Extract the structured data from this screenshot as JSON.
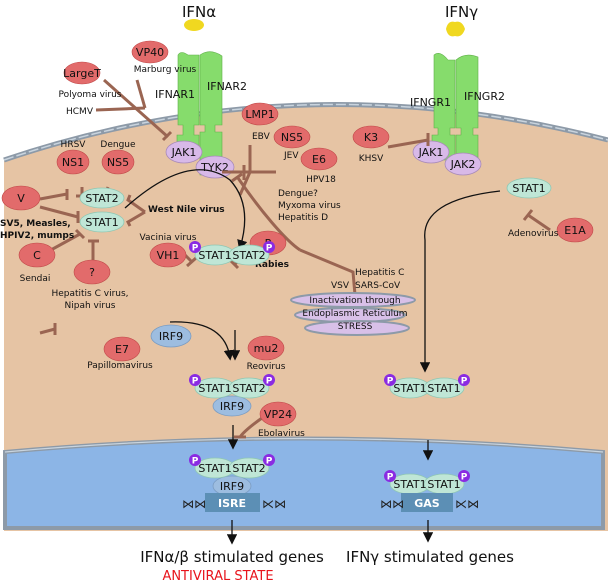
{
  "ligands": {
    "ifn_alpha": "IFNα",
    "ifn_gamma": "IFNγ"
  },
  "receptors": {
    "ifnar1": "IFNAR1",
    "ifnar2": "IFNAR2",
    "ifngr1": "IFNGR1",
    "ifngr2": "IFNGR2"
  },
  "kinases": {
    "jak1_a": "JAK1",
    "tyk2": "TYK2",
    "jak1_g": "JAK1",
    "jak2": "JAK2"
  },
  "viral_proteins": [
    {
      "protein": "VP40",
      "virus": "Marburg virus"
    },
    {
      "protein": "LargeT",
      "virus": "Polyoma virus"
    },
    {
      "protein": "",
      "virus": "HCMV"
    },
    {
      "protein": "LMP1",
      "virus": "EBV"
    },
    {
      "protein": "NS5",
      "virus": "JEV"
    },
    {
      "protein": "E6",
      "virus": "HPV18"
    },
    {
      "protein": "K3",
      "virus": "KHSV"
    },
    {
      "protein": "NS1",
      "virus": "HRSV"
    },
    {
      "protein": "NS5",
      "virus": "Dengue"
    },
    {
      "protein": "V",
      "virus": "SV5, Measles, HPIV2, mumps"
    },
    {
      "protein": "C",
      "virus": "Sendai"
    },
    {
      "protein": "?",
      "virus": "Hepatitis C virus, Nipah virus"
    },
    {
      "protein": "VH1",
      "virus": "Vacinia virus"
    },
    {
      "protein": "P",
      "virus": "Rabies"
    },
    {
      "protein": "E7",
      "virus": "Papillomavirus"
    },
    {
      "protein": "mu2",
      "virus": "Reovirus"
    },
    {
      "protein": "VP24",
      "virus": "Ebolavirus"
    },
    {
      "protein": "E1A",
      "virus": "Adenovirus"
    }
  ],
  "labels": {
    "tyk2_inhibitors": [
      "Dengue?",
      "Myxoma virus",
      "Hepatitis D"
    ],
    "west_nile": "West Nile virus",
    "er_viruses": [
      "Hepatitis C",
      "SARS-CoV"
    ],
    "vsv": "VSV",
    "er_stress": [
      "Inactivation through",
      "Endoplasmic Reticulum",
      "STRESS"
    ]
  },
  "stats": {
    "stat1": "STAT1",
    "stat2": "STAT2",
    "irf9": "IRF9",
    "p": "P"
  },
  "elements": {
    "isre": "ISRE",
    "gas": "GAS"
  },
  "outputs": {
    "alpha_genes": "IFNα/β stimulated genes",
    "antiviral": "ANTIVIRAL STATE",
    "gamma_genes": "IFNγ stimulated genes"
  },
  "colors": {
    "cytoplasm": "#e6c4a4",
    "nucleus": "#8cb5e6",
    "receptor": "#86dc6c",
    "kinase": "#d8b9e8",
    "stat": "#bfe6d6",
    "viral": "#e26b6b",
    "irf9": "#9dbde0",
    "phospho": "#8a2be2",
    "inhibition": "#9a6552",
    "antiviral_text": "#e8141c"
  }
}
